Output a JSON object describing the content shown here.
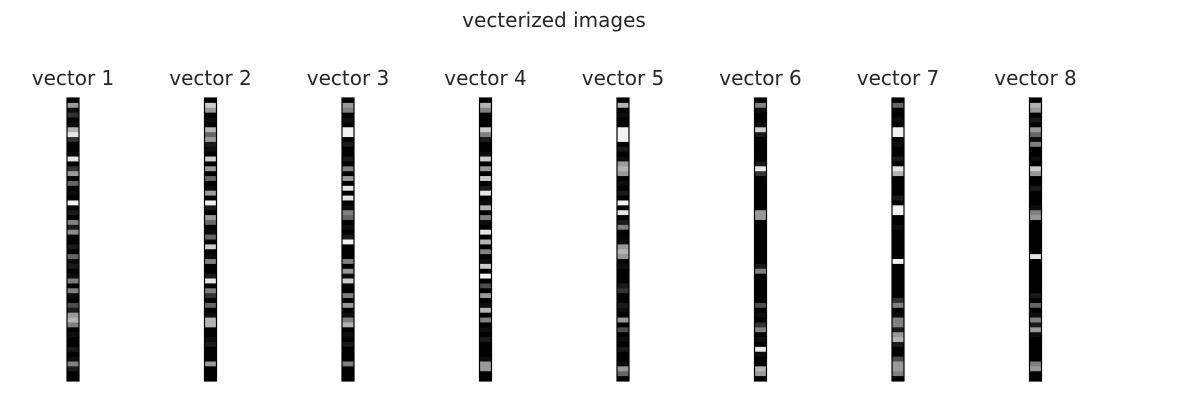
{
  "chart_data": {
    "type": "heatmap",
    "title": "vecterized images",
    "colormap": "gray",
    "panels": [
      {
        "name": "vector 1",
        "values": [
          0,
          0.6,
          0.05,
          0.2,
          0,
          0.05,
          0.7,
          0.9,
          0.2,
          0,
          0,
          0.05,
          0.9,
          0,
          0.2,
          0.6,
          0,
          0.4,
          0,
          0.05,
          0,
          0.95,
          0,
          0.1,
          0,
          0.5,
          0.1,
          0.55,
          0,
          0,
          0.1,
          0,
          0.4,
          0.05,
          0.1,
          0,
          0.05,
          0.5,
          0,
          0.5,
          0.05,
          0,
          0.3,
          0.1,
          0.6,
          0.7,
          0.5,
          0,
          0.05,
          0,
          0,
          0.1,
          0,
          0.05,
          0.5,
          0.1,
          0,
          0
        ]
      },
      {
        "name": "vector 2",
        "values": [
          0,
          0.8,
          0.6,
          0,
          0.05,
          0,
          0.7,
          0.4,
          0.6,
          0.1,
          0.05,
          0,
          0.8,
          0,
          0.6,
          0,
          0.4,
          0,
          0.05,
          0.6,
          0,
          0.95,
          0.1,
          0,
          0.6,
          0.4,
          0,
          0.05,
          0.4,
          0,
          0.8,
          0,
          0.05,
          0.5,
          0,
          0,
          0.1,
          0.9,
          0,
          0.5,
          0.2,
          0,
          0.4,
          0,
          0.05,
          0.7,
          0.7,
          0,
          0,
          0.05,
          0.1,
          0,
          0,
          0,
          0.6,
          0,
          0,
          0
        ]
      },
      {
        "name": "vector 3",
        "values": [
          0,
          0.6,
          0.5,
          0,
          0.05,
          0,
          0.95,
          0.95,
          0,
          0.1,
          0,
          0,
          0.1,
          0,
          0.5,
          0,
          0.6,
          0,
          0.9,
          0,
          0.9,
          0,
          0.05,
          0.5,
          0.4,
          0,
          0.05,
          0,
          0.1,
          0.95,
          0,
          0,
          0,
          0.5,
          0,
          0.6,
          0.05,
          0.8,
          0,
          0,
          0.5,
          0,
          0.6,
          0,
          0.05,
          0.5,
          0.7,
          0,
          0.05,
          0,
          0.1,
          0,
          0,
          0,
          0.5,
          0,
          0,
          0
        ]
      },
      {
        "name": "vector 4",
        "values": [
          0,
          0.7,
          0.5,
          0,
          0,
          0,
          0.8,
          0.5,
          0.1,
          0,
          0,
          0.05,
          0.8,
          0,
          0.6,
          0,
          0.8,
          0,
          0.1,
          0.9,
          0,
          0.05,
          0.7,
          0,
          0.5,
          0.05,
          0,
          0.9,
          0,
          0.7,
          0,
          0.5,
          0,
          0.05,
          0.8,
          0,
          0.95,
          0,
          0.3,
          0,
          0.6,
          0,
          0.05,
          0.7,
          0,
          0.5,
          0,
          0.05,
          0,
          0.1,
          0,
          0,
          0,
          0.05,
          0.6,
          0.6,
          0,
          0
        ]
      },
      {
        "name": "vector 5",
        "values": [
          0,
          0.7,
          0,
          0.05,
          0,
          0,
          0.95,
          0.95,
          0.95,
          0,
          0.1,
          0,
          0.05,
          0.6,
          0.7,
          0.6,
          0,
          0.05,
          0,
          0.1,
          0,
          0.95,
          0,
          0.9,
          0,
          0.1,
          0.5,
          0,
          0,
          0.05,
          0.6,
          0.7,
          0.6,
          0,
          0.05,
          0,
          0,
          0,
          0.1,
          0.2,
          0,
          0,
          0.1,
          0.05,
          0,
          0.6,
          0,
          0.3,
          0,
          0.05,
          0,
          0.1,
          0,
          0,
          0.05,
          0.6,
          0.4,
          0
        ]
      },
      {
        "name": "vector 6",
        "values": [
          0,
          0.5,
          0.05,
          0,
          0,
          0.05,
          0.8,
          0.1,
          0,
          0,
          0,
          0,
          0,
          0.1,
          0.9,
          0.2,
          0,
          0,
          0,
          0,
          0,
          0,
          0,
          0.6,
          0.6,
          0,
          0,
          0,
          0,
          0,
          0,
          0,
          0,
          0,
          0.1,
          0.5,
          0,
          0,
          0,
          0,
          0,
          0,
          0.3,
          0,
          0.05,
          0,
          0.2,
          0.5,
          0,
          0.05,
          0,
          0.9,
          0.05,
          0,
          0,
          0.7,
          0.6,
          0
        ]
      },
      {
        "name": "vector 7",
        "values": [
          0,
          0.4,
          0,
          0,
          0.05,
          0,
          0.95,
          0.95,
          0,
          0.05,
          0,
          0,
          0.1,
          0,
          0.9,
          0.7,
          0,
          0,
          0,
          0,
          0.1,
          0,
          0.95,
          0.95,
          0,
          0,
          0.05,
          0,
          0,
          0,
          0,
          0,
          0,
          0.95,
          0,
          0,
          0,
          0,
          0,
          0,
          0,
          0.2,
          0.5,
          0,
          0.05,
          0.5,
          0.5,
          0.1,
          0.6,
          0.7,
          0.1,
          0,
          0,
          0.3,
          0.6,
          0.6,
          0.5,
          0
        ]
      },
      {
        "name": "vector 8",
        "values": [
          0,
          0.7,
          0.6,
          0,
          0.1,
          0,
          0.6,
          0.4,
          0.05,
          0.5,
          0,
          0,
          0.05,
          0,
          0.8,
          0.6,
          0,
          0,
          0.1,
          0,
          0,
          0,
          0.05,
          0.5,
          0.6,
          0,
          0,
          0,
          0,
          0,
          0,
          0,
          0.9,
          0,
          0,
          0,
          0,
          0,
          0,
          0,
          0.1,
          0,
          0.4,
          0,
          0.05,
          0.5,
          0.1,
          0.6,
          0.05,
          0,
          0,
          0,
          0,
          0,
          0.5,
          0.6,
          0,
          0
        ]
      }
    ]
  }
}
